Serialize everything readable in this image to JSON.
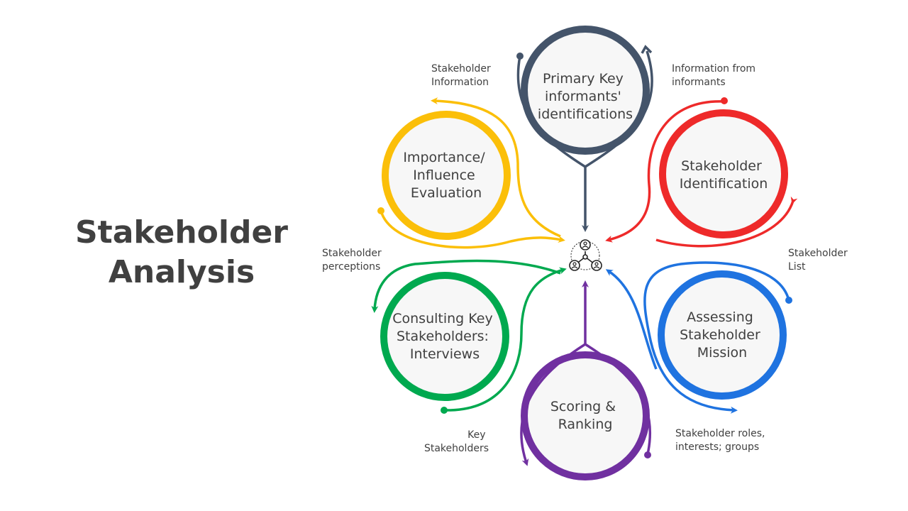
{
  "title": {
    "line1": "Stakeholder",
    "line2": "Analysis"
  },
  "nodes": [
    {
      "key": "primary",
      "lines": [
        "Primary Key",
        "informants'",
        "identifications"
      ],
      "color": "#44546a"
    },
    {
      "key": "identification",
      "lines": [
        "Stakeholder",
        "Identification"
      ],
      "color": "#ee2a2a"
    },
    {
      "key": "mission",
      "lines": [
        "Assessing",
        "Stakeholder",
        "Mission"
      ],
      "color": "#1f73e0"
    },
    {
      "key": "scoring",
      "lines": [
        "Scoring &",
        "Ranking"
      ],
      "color": "#7030a0"
    },
    {
      "key": "consulting",
      "lines": [
        "Consulting Key",
        "Stakeholders:",
        "Interviews"
      ],
      "color": "#00a94f"
    },
    {
      "key": "importance",
      "lines": [
        "Importance/",
        "Influence",
        "Evaluation"
      ],
      "color": "#fbbf09"
    }
  ],
  "annotations": [
    {
      "key": "info-from-informants",
      "lines": [
        "Information from",
        "informants"
      ]
    },
    {
      "key": "stakeholder-list",
      "lines": [
        "Stakeholder",
        "List"
      ]
    },
    {
      "key": "roles-interests",
      "lines": [
        "Stakeholder roles,",
        "interests; groups"
      ]
    },
    {
      "key": "key-stakeholders",
      "lines": [
        "Key",
        "Stakeholders"
      ]
    },
    {
      "key": "perceptions",
      "lines": [
        "Stakeholder",
        "perceptions"
      ]
    },
    {
      "key": "stakeholder-information",
      "lines": [
        "Stakeholder",
        "Information"
      ]
    }
  ],
  "center": {
    "icon": "stakeholder-network-icon"
  }
}
